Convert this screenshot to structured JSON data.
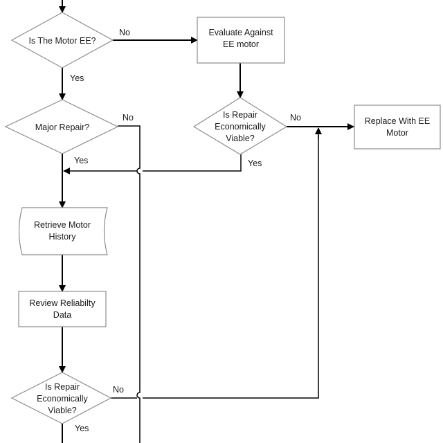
{
  "nodes": {
    "motor_ee": {
      "label": "Is The Motor EE?"
    },
    "evaluate": {
      "line1": "Evaluate Against",
      "line2": "EE motor"
    },
    "major_repair": {
      "label": "Major Repair?"
    },
    "repair_viable_1": {
      "line1": "Is Repair",
      "line2": "Economically",
      "line3": "Viable?"
    },
    "replace": {
      "line1": "Replace With EE",
      "line2": "Motor"
    },
    "retrieve_history": {
      "line1": "Retrieve Motor",
      "line2": "History"
    },
    "review_reliability": {
      "line1": "Review Reliabilty",
      "line2": "Data"
    },
    "repair_viable_2": {
      "line1": "Is Repair",
      "line2": "Economically",
      "line3": "Viable?"
    }
  },
  "edge_labels": {
    "motor_ee_no": "No",
    "motor_ee_yes": "Yes",
    "major_repair_no": "No",
    "major_repair_yes": "Yes",
    "viable1_no": "No",
    "viable1_yes": "Yes",
    "viable2_no": "No",
    "viable2_yes": "Yes"
  }
}
